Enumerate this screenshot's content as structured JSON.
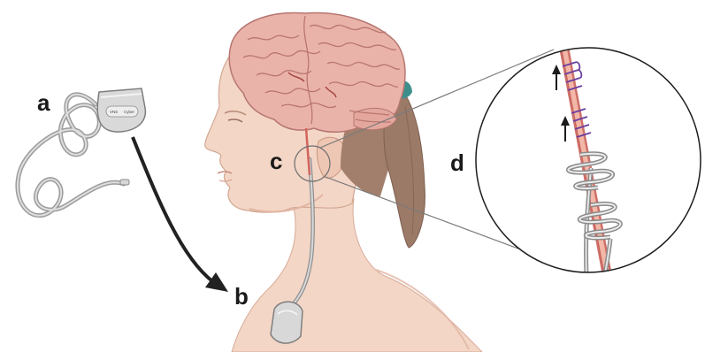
{
  "labels": {
    "a": "a",
    "b": "b",
    "c": "c",
    "d": "d"
  },
  "device": {
    "brand_left": "VNS",
    "brand_right": "Cyber"
  },
  "colors": {
    "skin": "#f3d6c6",
    "skin_shadow": "#e8c0ad",
    "brain": "#e9b4ab",
    "brain_lines": "#b9766f",
    "hair": "#9a7b6a",
    "hair_tie": "#3d8f8c",
    "lead": "#a6a6a6",
    "nerve": "#e3908a",
    "electrode_ticks": "#6b3fa0",
    "arrow": "#222222"
  },
  "icons": {
    "arrow_a_to_b": "curved-arrow",
    "impulse_arrows": "up-arrow"
  }
}
